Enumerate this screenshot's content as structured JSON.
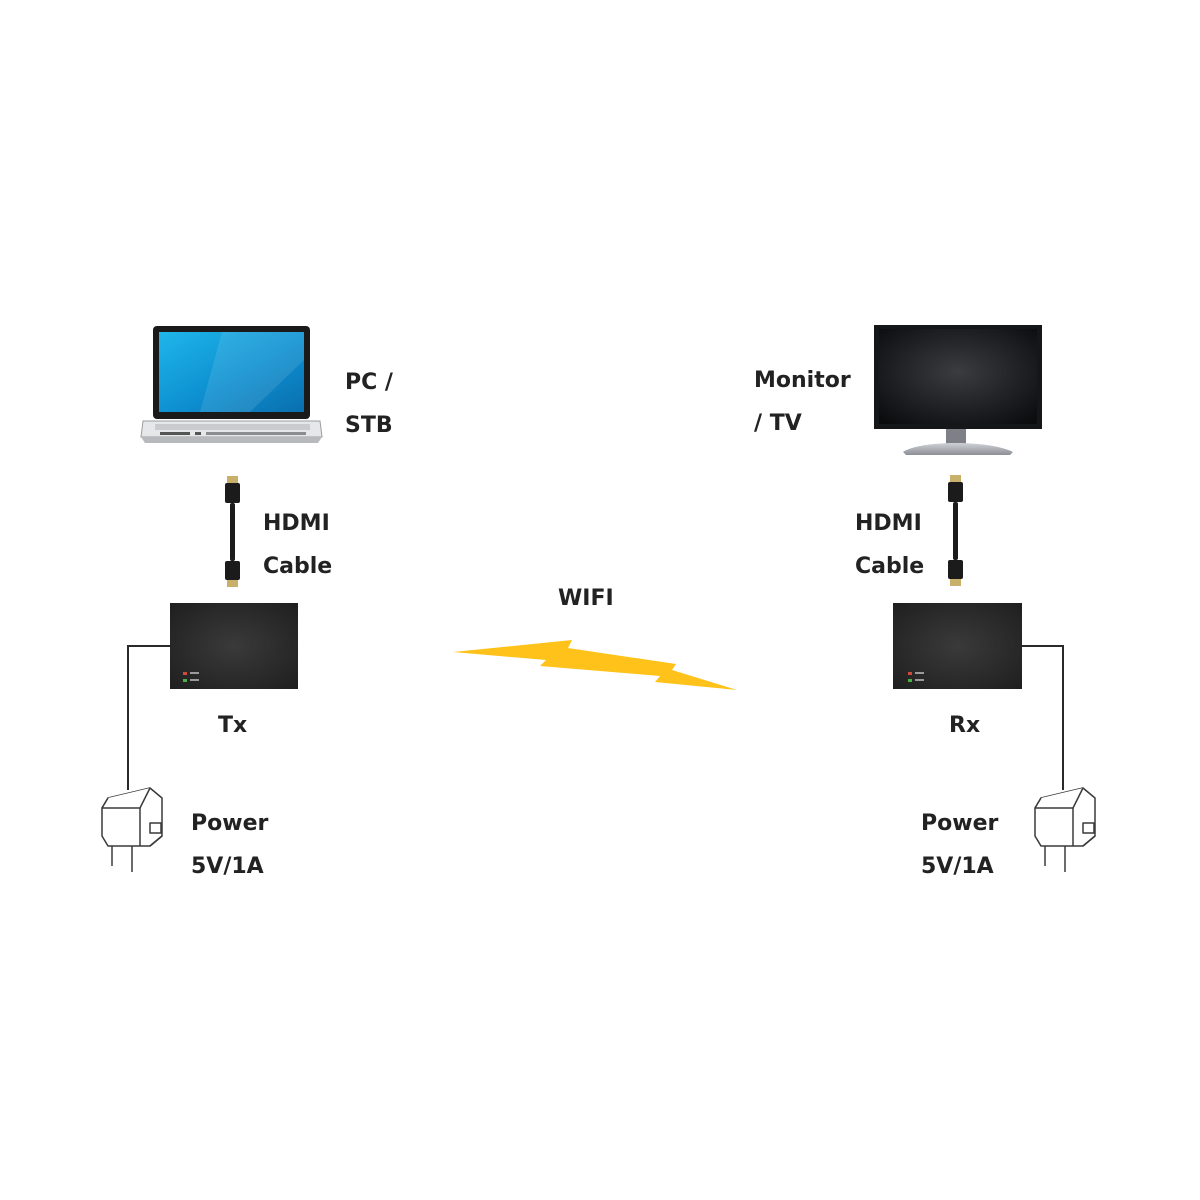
{
  "source": {
    "label_line1": "PC /",
    "label_line2": "STB",
    "icon": "laptop-icon"
  },
  "display": {
    "label_line1": "Monitor",
    "label_line2": "/ TV",
    "icon": "monitor-icon"
  },
  "left_cable": {
    "label_line1": "HDMI",
    "label_line2": "Cable",
    "icon": "hdmi-cable-icon"
  },
  "right_cable": {
    "label_line1": "HDMI",
    "label_line2": "Cable",
    "icon": "hdmi-cable-icon"
  },
  "wireless": {
    "label": "WIFI",
    "icon": "lightning-bolt-icon",
    "color": "#FFC21A"
  },
  "transmitter": {
    "label": "Tx",
    "icon": "device-box-icon"
  },
  "receiver": {
    "label": "Rx",
    "icon": "device-box-icon"
  },
  "left_power": {
    "label_line1": "Power",
    "label_line2": "5V/1A",
    "icon": "power-adapter-icon"
  },
  "right_power": {
    "label_line1": "Power",
    "label_line2": "5V/1A",
    "icon": "power-adapter-icon"
  }
}
